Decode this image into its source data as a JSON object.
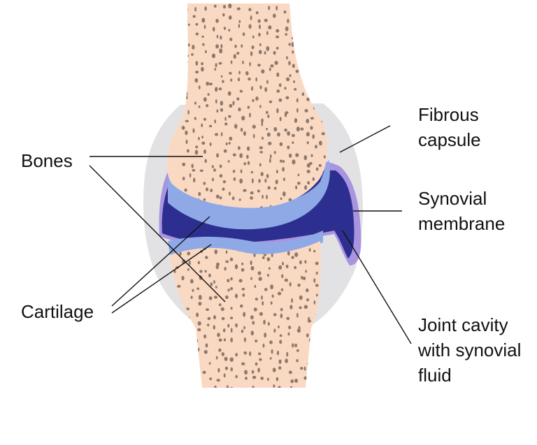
{
  "labels": {
    "bones": "Bones",
    "cartilage": "Cartilage",
    "fibrous_capsule": [
      "Fibrous",
      "capsule"
    ],
    "synovial_membrane": [
      "Synovial",
      "membrane"
    ],
    "joint_cavity": [
      "Joint cavity",
      "with synovial",
      "fluid"
    ]
  },
  "colors": {
    "bone": "#fad9c3",
    "bone_pore": "#8e7a6c",
    "capsule": "#e2e2e4",
    "synovial_membrane": "#a994e0",
    "cavity_fluid": "#2c2f8f",
    "cartilage": "#8fa9e6",
    "leader_line": "#111111"
  }
}
